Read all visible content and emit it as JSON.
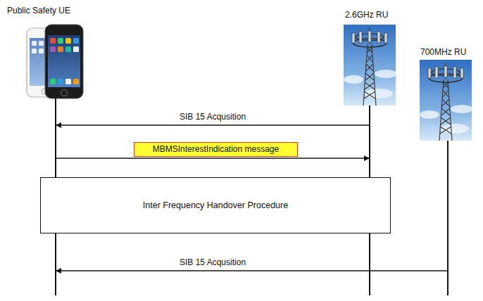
{
  "diagram": {
    "nodes": [
      {
        "text": [
          "Public Safety UE"
        ]
      },
      {
        "text": [
          "2.6GHz RU"
        ]
      },
      {
        "text": [
          "700MHz RU"
        ]
      },
      {
        "text": [
          "Inter Frequency Handover Procedure"
        ]
      }
    ],
    "edges": [
      {
        "from": 1,
        "to": 0,
        "arrow": "to",
        "label": "SIB 15 Acqusition"
      },
      {
        "from": 0,
        "to": 1,
        "arrow": "to",
        "label": "MBMSInterestIndication message"
      },
      {
        "from": 2,
        "to": 0,
        "arrow": "to",
        "label": "SIB 15 Acqusition"
      }
    ]
  }
}
